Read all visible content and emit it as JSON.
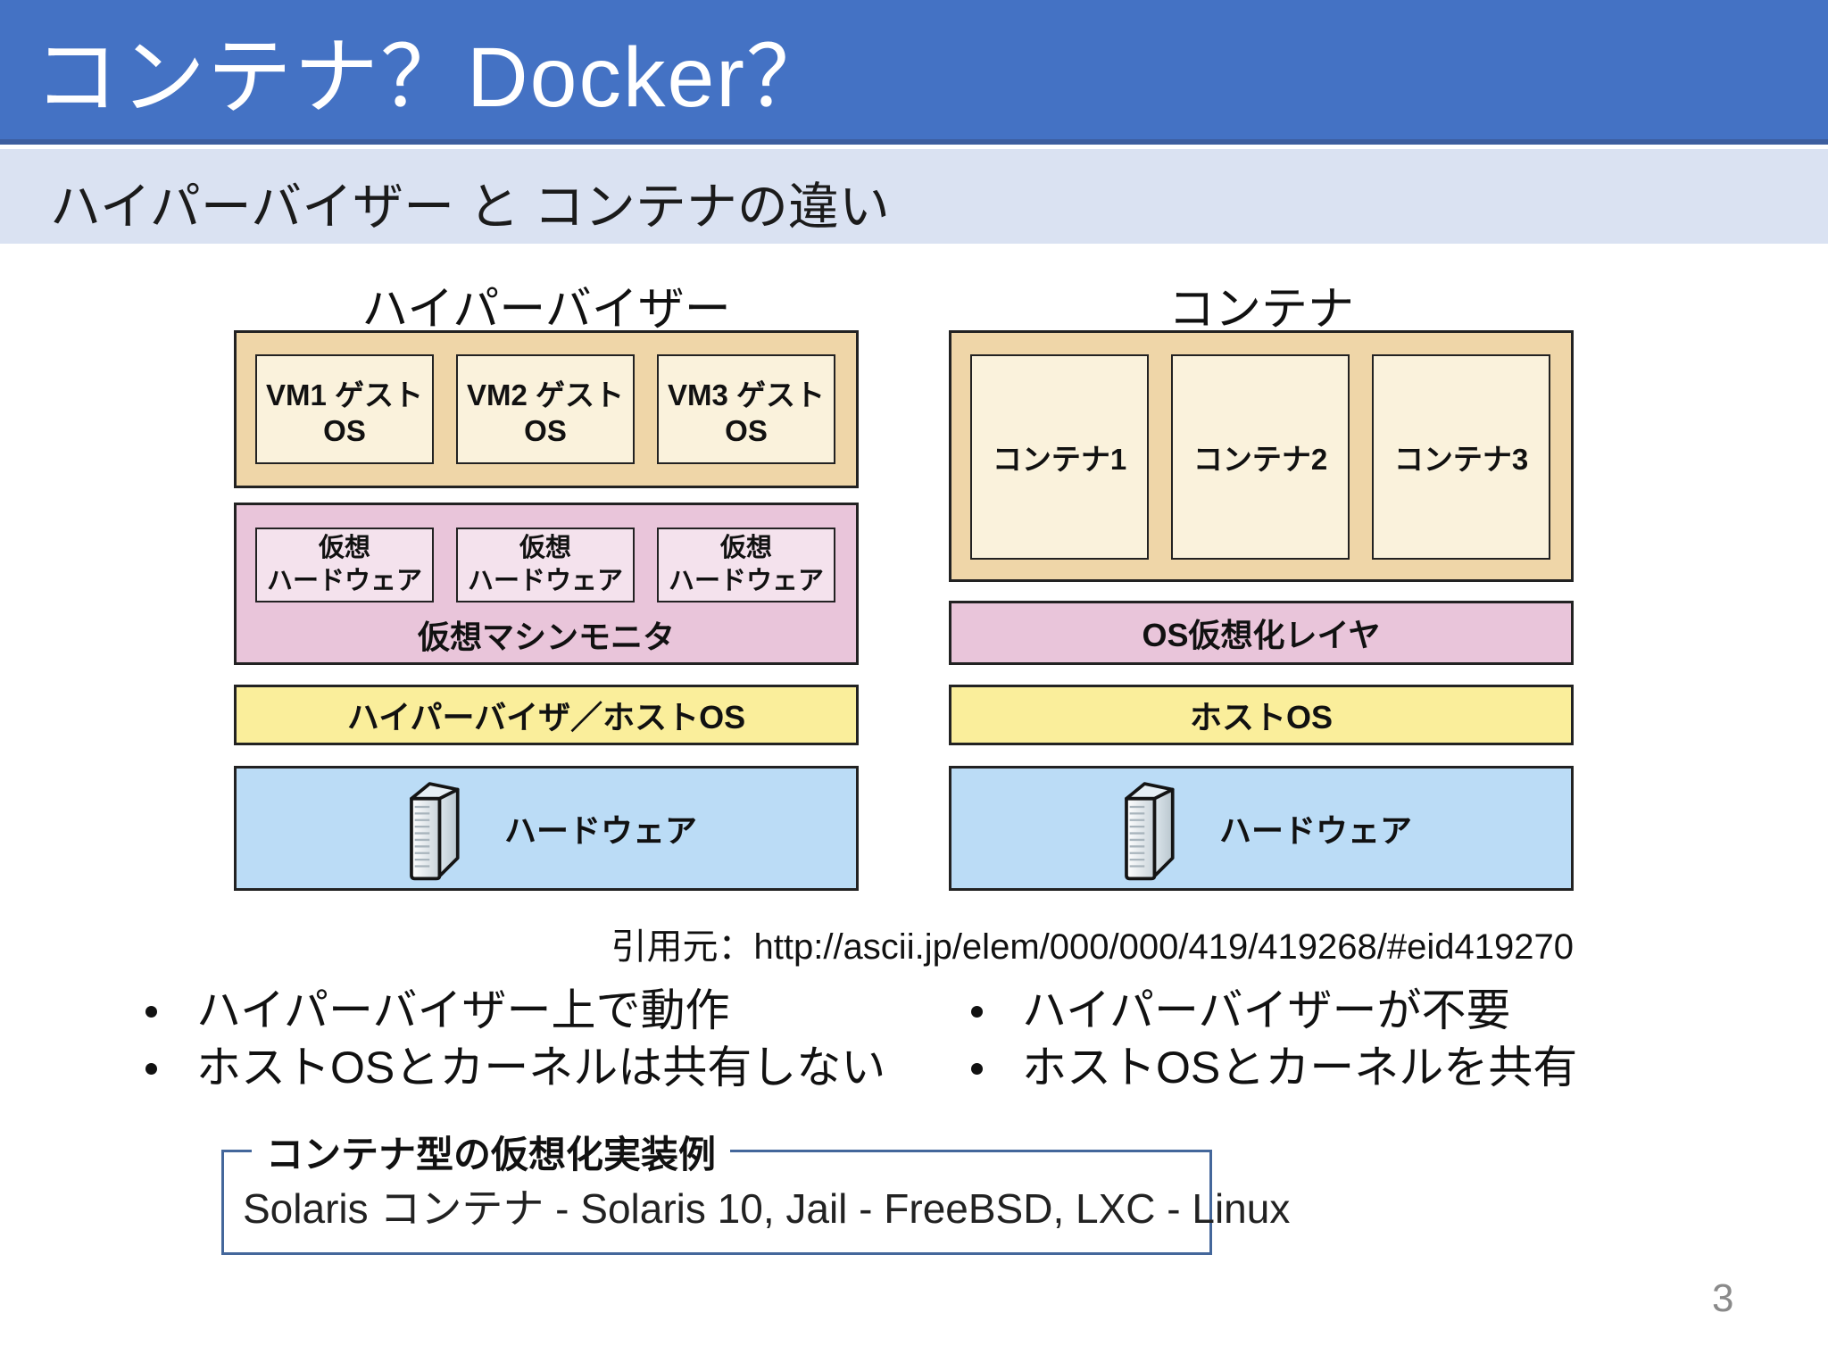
{
  "slide": {
    "title": "コンテナ？Docker？",
    "subtitle": "ハイパーバイザー と コンテナの違い",
    "citation": "引用元：http://ascii.jp/elem/000/000/419/419268/#eid419270",
    "page_number": "3"
  },
  "hypervisor_diagram": {
    "heading": "ハイパーバイザー",
    "guest_os": [
      "VM1 ゲストOS",
      "VM2 ゲストOS",
      "VM3 ゲストOS"
    ],
    "virtual_hw": {
      "line1": "仮想",
      "line2": "ハードウェア"
    },
    "vmm": "仮想マシンモニタ",
    "host_os": "ハイパーバイザ／ホストOS",
    "hardware": "ハードウェア"
  },
  "container_diagram": {
    "heading": "コンテナ",
    "containers": [
      "コンテナ1",
      "コンテナ2",
      "コンテナ3"
    ],
    "os_virtualization": "OS仮想化レイヤ",
    "host_os": "ホストOS",
    "hardware": "ハードウェア"
  },
  "notes": {
    "hypervisor": [
      "ハイパーバイザー上で動作",
      "ホストOSとカーネルは共有しない"
    ],
    "container": [
      "ハイパーバイザーが不要",
      "ホストOSとカーネルを共有"
    ]
  },
  "callout": {
    "title": "コンテナ型の仮想化実装例",
    "body": "Solaris コンテナ - Solaris 10, Jail - FreeBSD, LXC - Linux"
  },
  "colors": {
    "title_bar": "#4472C4",
    "subtitle_band": "#DAE2F2",
    "guest_block": "#EFD6A8",
    "guest_inner": "#FAF2DC",
    "virtualization_block": "#E9C5DA",
    "virtualization_inner": "#F4E2ED",
    "host_os_block": "#FAEE9B",
    "hardware_block": "#BBDCF6",
    "callout_border": "#44679B"
  }
}
